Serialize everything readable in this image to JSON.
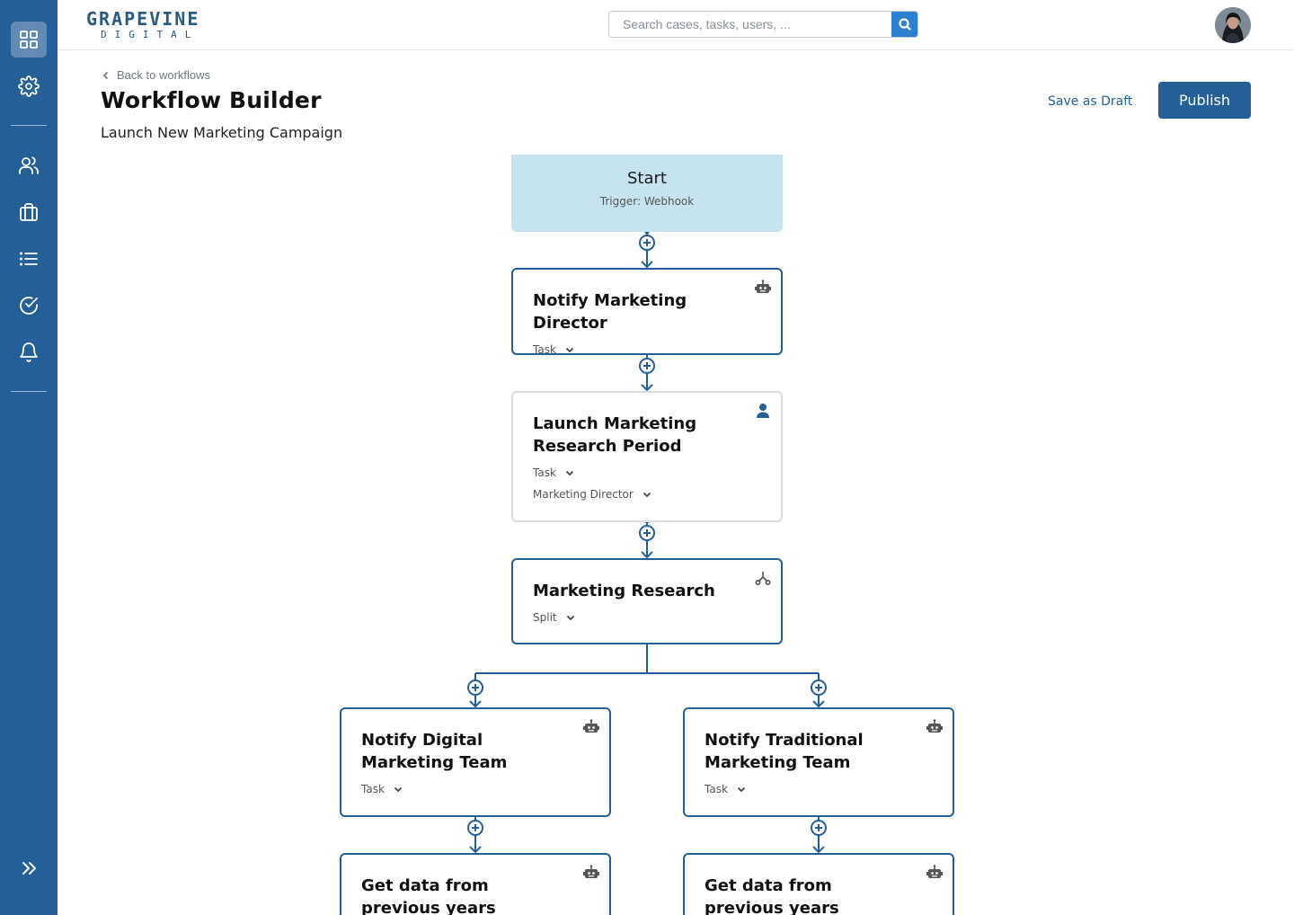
{
  "brand": {
    "line1": "GRAPEVINE",
    "line2": "DIGITAL",
    "color": "#245f98"
  },
  "search": {
    "placeholder": "Search cases, tasks, users, ..."
  },
  "sidebar": {
    "items": [
      {
        "icon": "dashboard-icon",
        "active": true
      },
      {
        "icon": "gear-icon"
      },
      {
        "icon": "users-icon"
      },
      {
        "icon": "briefcase-icon"
      },
      {
        "icon": "list-icon"
      },
      {
        "icon": "check-circle-icon"
      },
      {
        "icon": "bell-icon"
      }
    ],
    "expand_icon": "double-chevron-right-icon"
  },
  "page": {
    "back_label": "Back to workflows",
    "title": "Workflow Builder",
    "subtitle": "Launch New Marketing Campaign",
    "save_draft_label": "Save as Draft",
    "publish_label": "Publish"
  },
  "workflow": {
    "start": {
      "title": "Start",
      "trigger": "Trigger: Webhook"
    },
    "nodes": [
      {
        "title": "Notify Marketing Director",
        "type": "Task",
        "icon": "robot-icon"
      },
      {
        "title": "Launch Marketing Research Period",
        "type": "Task",
        "assignee": "Marketing Director",
        "icon": "person-icon"
      },
      {
        "title": "Marketing Research",
        "type": "Split",
        "icon": "split-icon"
      },
      {
        "title": "Notify Digital Marketing Team",
        "type": "Task",
        "icon": "robot-icon"
      },
      {
        "title": "Notify Traditional Marketing Team",
        "type": "Task",
        "icon": "robot-icon"
      },
      {
        "title": "Get data from previous years",
        "icon": "robot-icon"
      },
      {
        "title": "Get data from previous years",
        "icon": "robot-icon"
      }
    ]
  }
}
